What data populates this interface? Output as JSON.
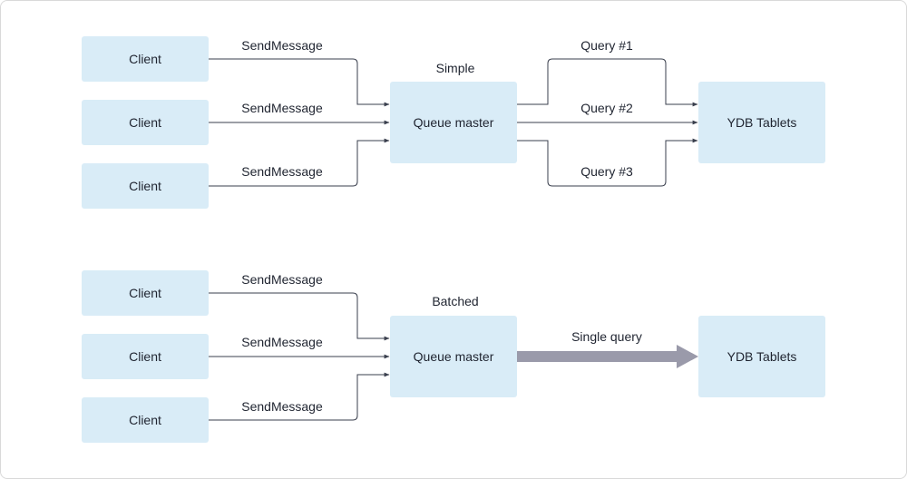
{
  "diagrams": [
    {
      "mode_label": "Simple",
      "clients": [
        "Client",
        "Client",
        "Client"
      ],
      "send_labels": [
        "SendMessage",
        "SendMessage",
        "SendMessage"
      ],
      "queue_master": "Queue master",
      "queries": [
        "Query #1",
        "Query #2",
        "Query #3"
      ],
      "target": "YDB Tablets"
    },
    {
      "mode_label": "Batched",
      "clients": [
        "Client",
        "Client",
        "Client"
      ],
      "send_labels": [
        "SendMessage",
        "SendMessage",
        "SendMessage"
      ],
      "queue_master": "Queue master",
      "query_label": "Single query",
      "target": "YDB Tablets"
    }
  ],
  "colors": {
    "box_fill": "#d9ecf7",
    "line": "#3a3f4d",
    "big_arrow": "#9a9aaa",
    "text": "#1f2430"
  }
}
